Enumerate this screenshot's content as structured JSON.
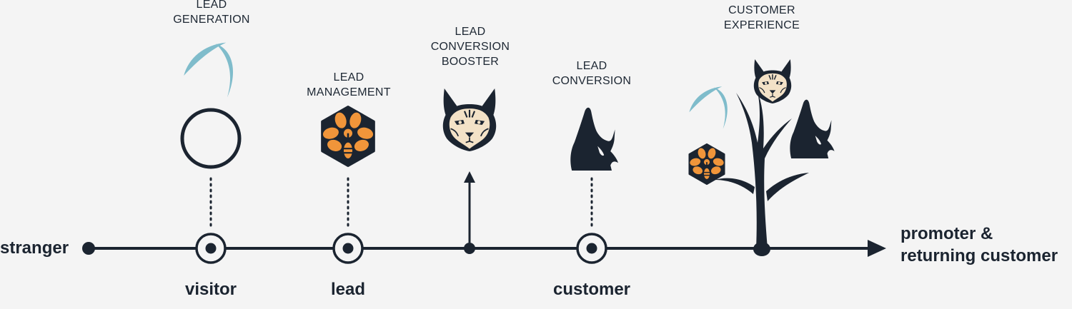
{
  "colors": {
    "ink": "#1b2430",
    "accent_orange": "#f0953a",
    "lynx_face": "#f3e2c7",
    "leaf_blue": "#7fbccb",
    "background": "#f4f4f4"
  },
  "timeline": {
    "start_label": "stranger",
    "end_label_line1": "promoter &",
    "end_label_line2": "returning customer"
  },
  "stages": [
    {
      "label": "visitor"
    },
    {
      "label": "lead"
    },
    {
      "label": "customer"
    }
  ],
  "steps": [
    {
      "lines": [
        "LEAD",
        "GENERATION"
      ],
      "icon": "leaf-and-wolf-icon"
    },
    {
      "lines": [
        "LEAD",
        "MANAGEMENT"
      ],
      "icon": "bee-hexagon-icon"
    },
    {
      "lines": [
        "LEAD",
        "CONVERSION",
        "BOOSTER"
      ],
      "icon": "lynx-face-icon"
    },
    {
      "lines": [
        "LEAD",
        "CONVERSION"
      ],
      "icon": "wolf-silhouette-icon"
    },
    {
      "lines": [
        "CUSTOMER",
        "EXPERIENCE"
      ],
      "icon": "tree-with-icons-icon"
    }
  ]
}
